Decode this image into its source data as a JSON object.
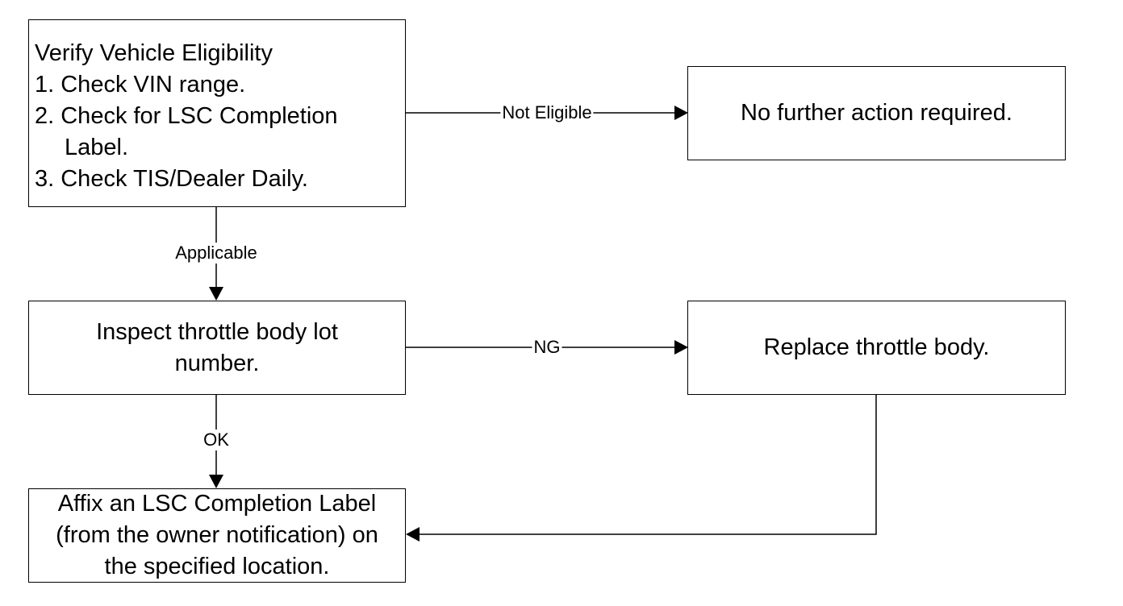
{
  "boxes": {
    "verify": {
      "title": "Verify Vehicle Eligibility",
      "steps": [
        "1. Check VIN range.",
        "2. Check for LSC Completion",
        "Label.",
        "3. Check TIS/Dealer Daily."
      ]
    },
    "no_action": {
      "lines": [
        "No further action required."
      ]
    },
    "inspect": {
      "lines": [
        "Inspect throttle body lot",
        "number."
      ]
    },
    "replace": {
      "lines": [
        "Replace throttle body."
      ]
    },
    "affix": {
      "lines": [
        "Affix an LSC Completion Label",
        "(from the owner notification) on",
        "the specified location."
      ]
    }
  },
  "edges": {
    "not_eligible": "Not Eligible",
    "applicable": "Applicable",
    "ng": "NG",
    "ok": "OK"
  },
  "colors": {
    "line": "#000000",
    "background": "#ffffff"
  }
}
